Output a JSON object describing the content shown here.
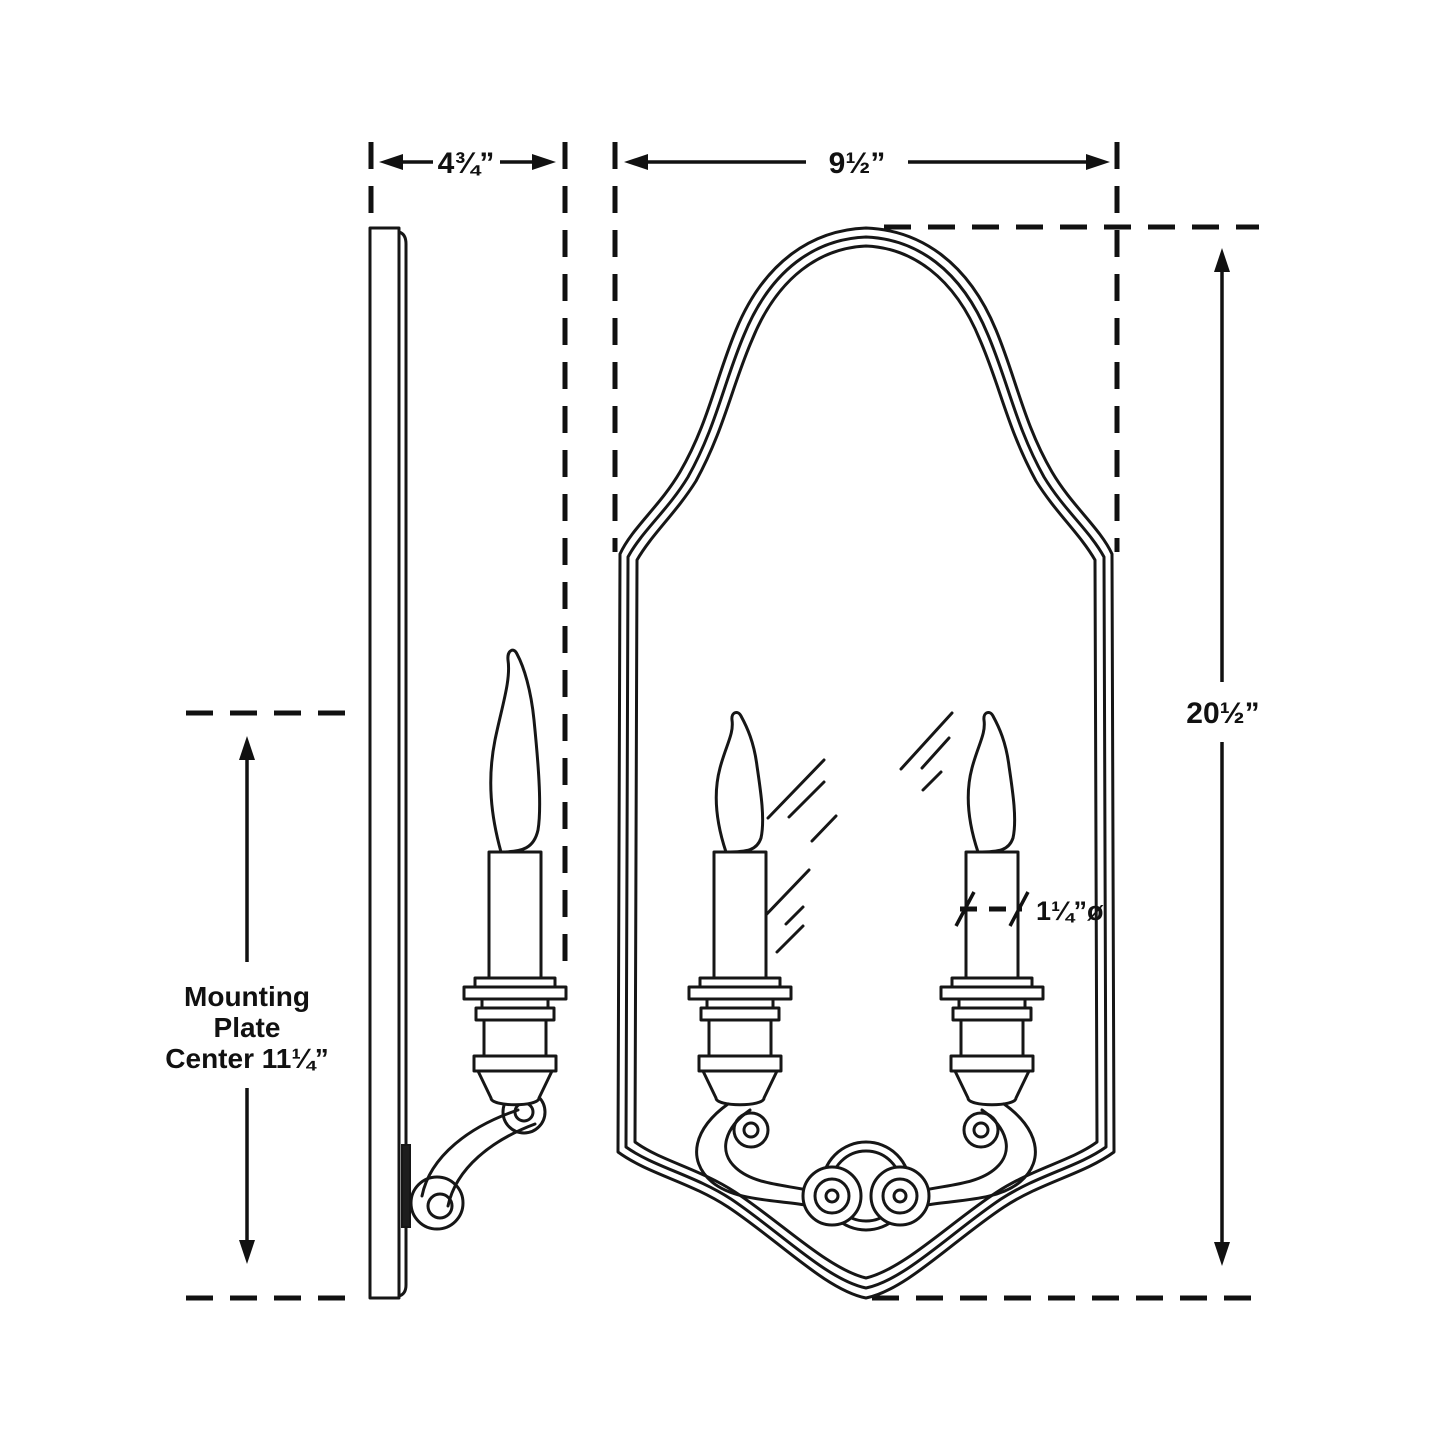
{
  "colors": {
    "line": "#161616",
    "background": "#ffffff"
  },
  "dimensions": {
    "depth": "4¾”",
    "width": "9½”",
    "height": "20½”",
    "candle_diameter": "1¼”ø"
  },
  "mounting_note": {
    "line1": "Mounting",
    "line2": "Plate",
    "line3": "Center 11¼”"
  }
}
